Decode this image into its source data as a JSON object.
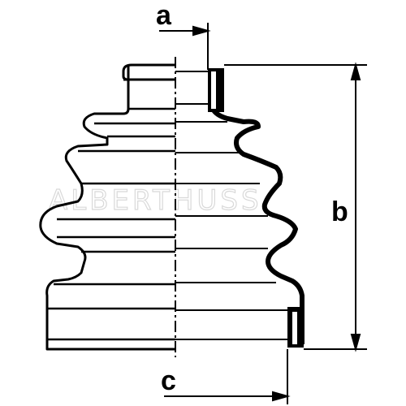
{
  "diagram": {
    "labels": {
      "a": "a",
      "b": "b",
      "c": "c"
    },
    "watermark": "ALBERTHUSS",
    "colors": {
      "line": "#000000",
      "background": "#ffffff",
      "watermark": "#d9d9d9"
    }
  }
}
